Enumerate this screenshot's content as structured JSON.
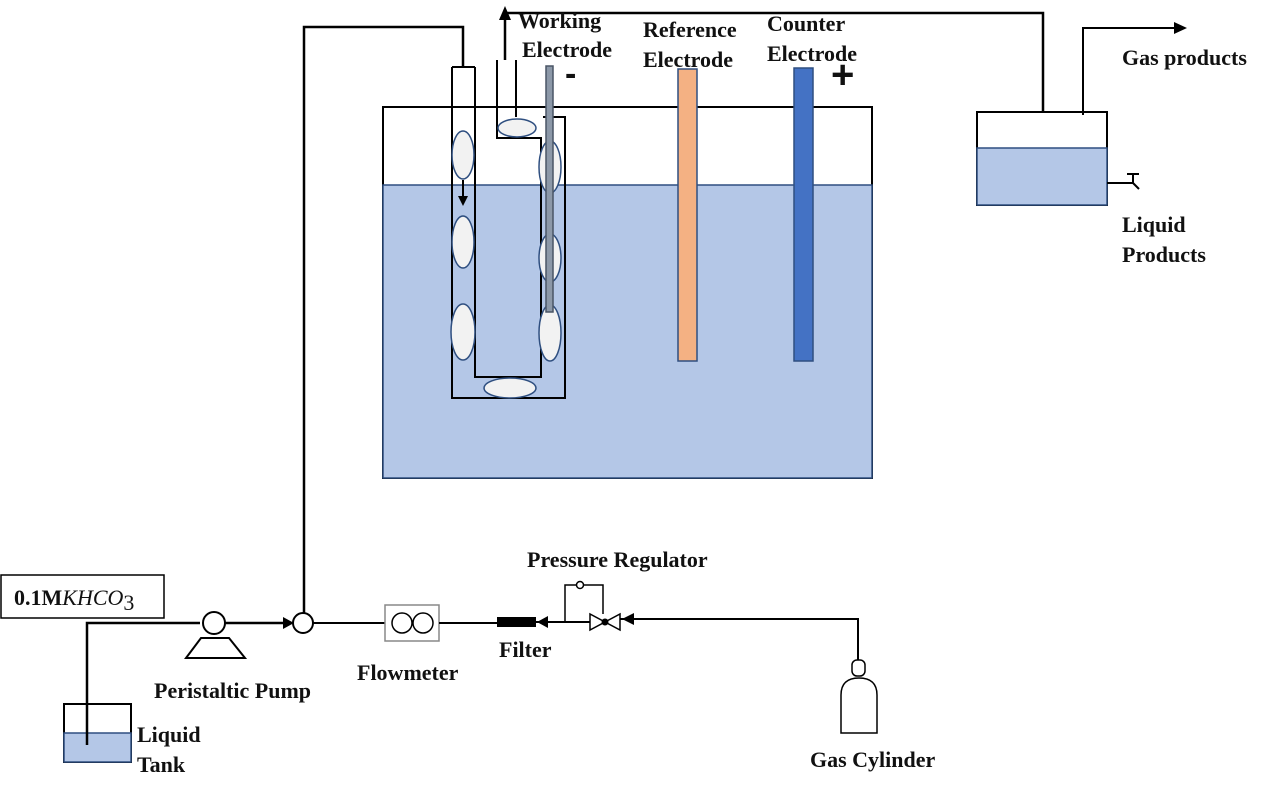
{
  "labels": {
    "working_electrode_line1": "Working",
    "working_electrode_line2": "Electrode",
    "reference_electrode_line1": "Reference",
    "reference_electrode_line2": "Electrode",
    "counter_electrode_line1": "Counter",
    "counter_electrode_line2": "Electrode",
    "gas_products": "Gas products",
    "liquid_products_line1": "Liquid",
    "liquid_products_line2": "Products",
    "pressure_regulator": "Pressure Regulator",
    "electrolyte_prefix": "0.1M",
    "electrolyte_formula": "KHCO",
    "electrolyte_subscript": "3",
    "peristaltic_pump": "Peristaltic Pump",
    "flowmeter": "Flowmeter",
    "filter": "Filter",
    "liquid_tank_line1": "Liquid",
    "liquid_tank_line2": "Tank",
    "gas_cylinder": "Gas Cylinder",
    "negative_sign": "-",
    "positive_sign": "+"
  },
  "colors": {
    "electrolyte": "#b4c7e7",
    "outline": "#2f4f80",
    "reference_electrode": "#f4b183",
    "counter_electrode": "#4472c4",
    "working_electrode": "#8c98a8",
    "bubble": "#f2f2f2",
    "line": "#000000"
  }
}
